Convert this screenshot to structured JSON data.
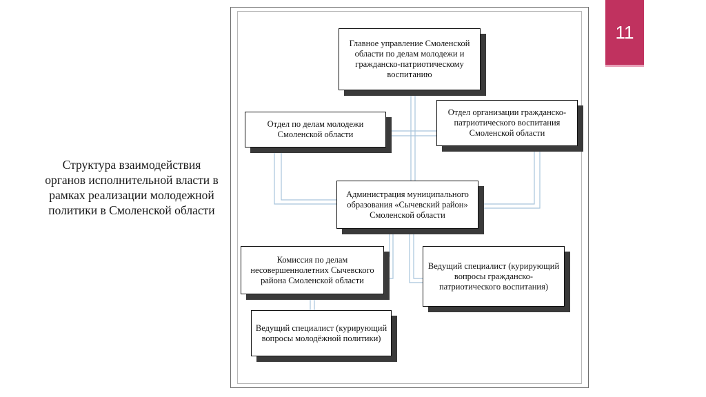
{
  "slide": {
    "page_number": "11",
    "caption": "Структура взаимодействия органов исполнительной власти в рамках реализации молодежной политики в Смоленской области",
    "accent_color": "#c0325f"
  },
  "diagram": {
    "nodes": {
      "main_directorate": "Главное управление Смоленской области по делам молодежи и гражданско-патриотическому воспитанию",
      "youth_department": "Отдел по делам молодежи Смоленской области",
      "patriotic_department": "Отдел организации гражданско-патриотического воспитания Смоленской области",
      "municipal_administration": "Администрация муниципального образования «Сычевский район» Смоленской области",
      "minors_commission": "Комиссия по делам несовершеннолетних Сычевского района Смоленской области",
      "patriotic_specialist": "Ведущий специалист (курирующий вопросы гражданско-патриотического воспитания)",
      "youth_specialist": "Ведущий специалист (курирующий вопросы молодёжной политики)"
    },
    "connector_color": "#a8c4dc"
  }
}
